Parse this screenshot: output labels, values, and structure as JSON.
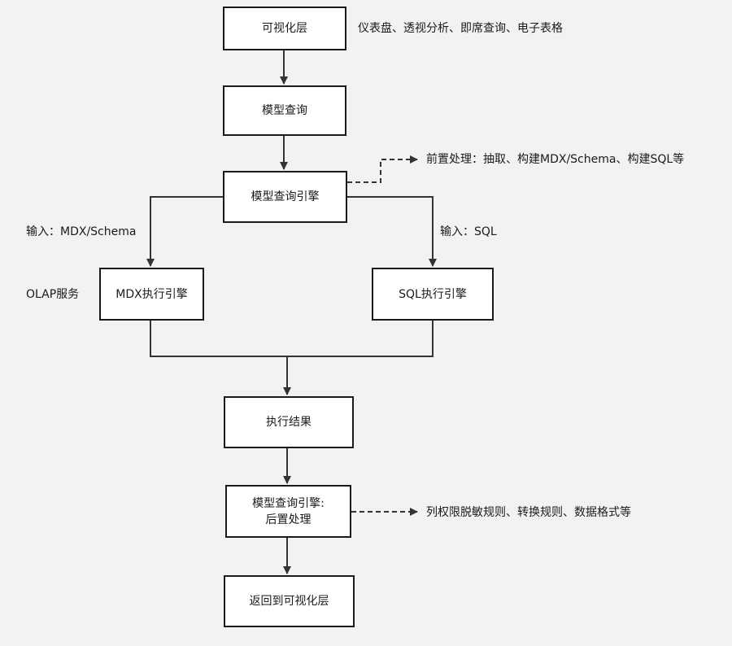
{
  "nodes": {
    "visual_layer": "可视化层",
    "model_query": "模型查询",
    "query_engine": "模型查询引擎",
    "mdx_engine": "MDX执行引擎",
    "sql_engine": "SQL执行引擎",
    "exec_result": "执行结果",
    "post_process_line1": "模型查询引擎:",
    "post_process_line2": "后置处理",
    "return_visual": "返回到可视化层"
  },
  "notes": {
    "visual_layer_desc": "仪表盘、透视分析、即席查询、电子表格",
    "pre_process": "前置处理：抽取、构建MDX/Schema、构建SQL等",
    "input_mdx": "输入：MDX/Schema",
    "input_sql": "输入：SQL",
    "olap_service": "OLAP服务",
    "post_process_desc": "列权限脱敏规则、转换规则、数据格式等"
  }
}
